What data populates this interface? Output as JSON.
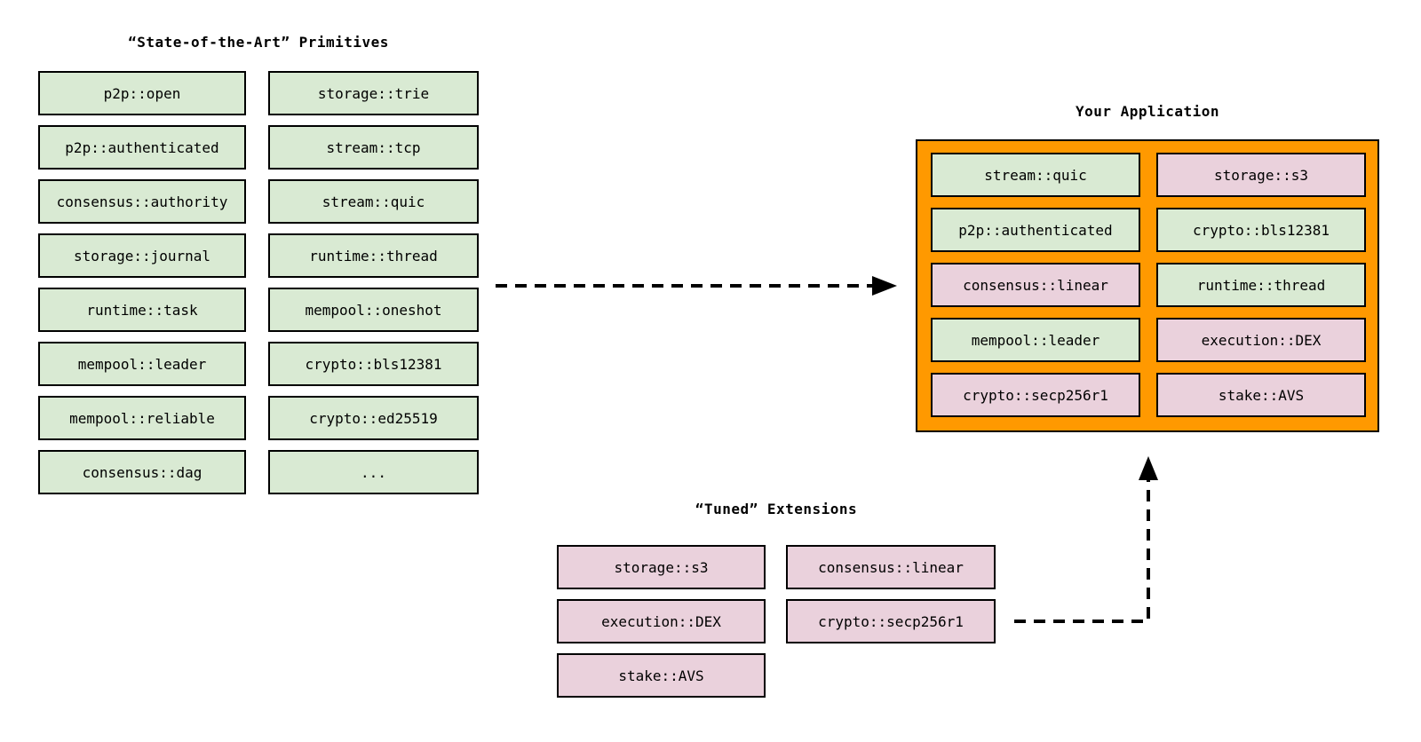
{
  "colors": {
    "primitive_green": "#d9ead3",
    "tuned_pink": "#ead1dc",
    "application_orange": "#ff9900",
    "stroke_black": "#000000"
  },
  "primitives": {
    "title": "“State-of-the-Art” Primitives",
    "col1": [
      "p2p::open",
      "p2p::authenticated",
      "consensus::authority",
      "storage::journal",
      "runtime::task",
      "mempool::leader",
      "mempool::reliable",
      "consensus::dag"
    ],
    "col2": [
      "storage::trie",
      "stream::tcp",
      "stream::quic",
      "runtime::thread",
      "mempool::oneshot",
      "crypto::bls12381",
      "crypto::ed25519",
      "..."
    ]
  },
  "application": {
    "title": "Your Application",
    "cells": [
      {
        "label": "stream::quic",
        "type": "green"
      },
      {
        "label": "storage::s3",
        "type": "pink"
      },
      {
        "label": "p2p::authenticated",
        "type": "green"
      },
      {
        "label": "crypto::bls12381",
        "type": "green"
      },
      {
        "label": "consensus::linear",
        "type": "pink"
      },
      {
        "label": "runtime::thread",
        "type": "green"
      },
      {
        "label": "mempool::leader",
        "type": "green"
      },
      {
        "label": "execution::DEX",
        "type": "pink"
      },
      {
        "label": "crypto::secp256r1",
        "type": "pink"
      },
      {
        "label": "stake::AVS",
        "type": "pink"
      }
    ]
  },
  "extensions": {
    "title": "“Tuned” Extensions",
    "col1": [
      "storage::s3",
      "execution::DEX",
      "stake::AVS"
    ],
    "col2": [
      "consensus::linear",
      "crypto::secp256r1"
    ]
  }
}
